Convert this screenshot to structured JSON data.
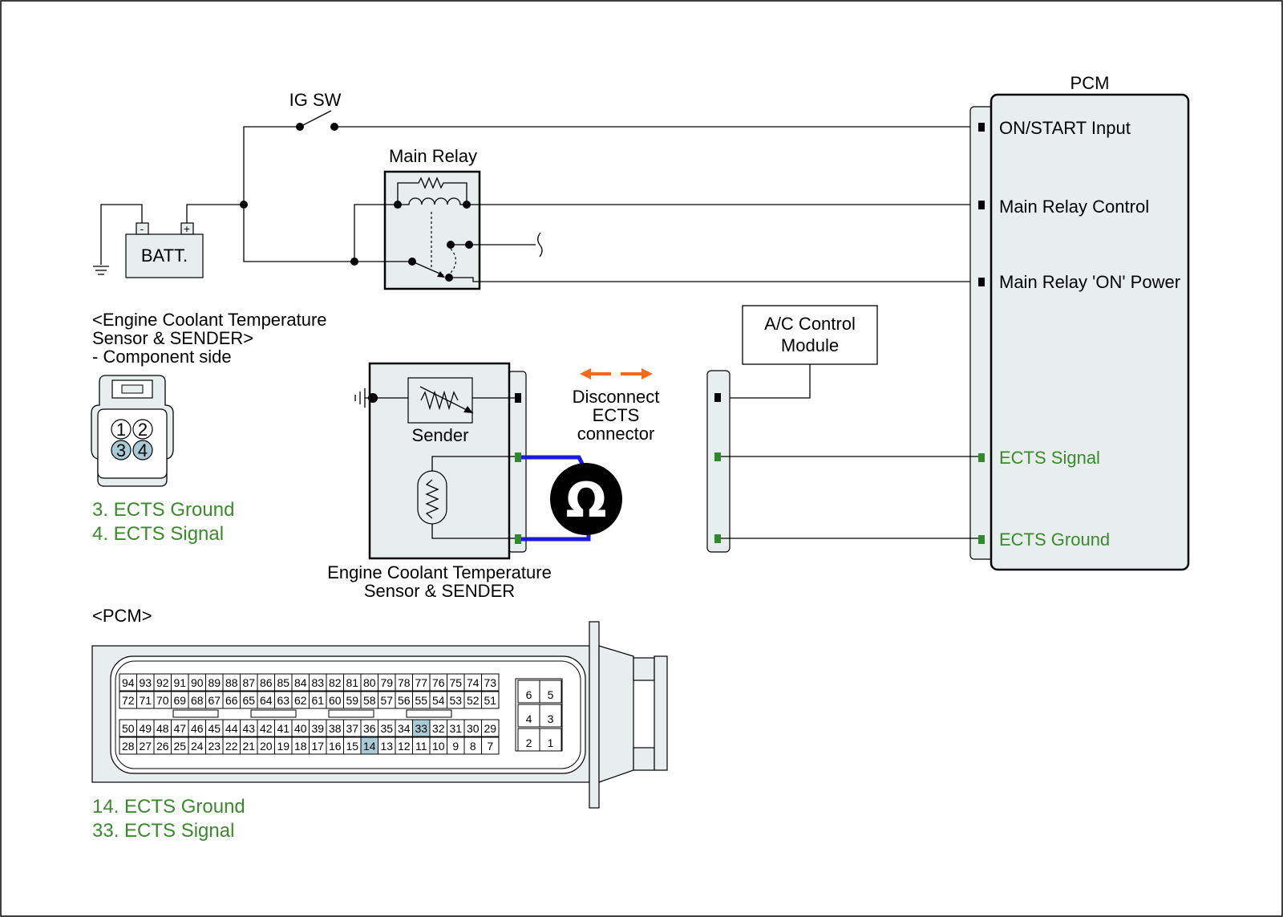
{
  "labels": {
    "ig_sw": "IG SW",
    "main_relay": "Main Relay",
    "batt": "BATT.",
    "batt_neg": "-",
    "batt_pos": "+",
    "pcm_title": "PCM",
    "ac_line1": "A/C Control",
    "ac_line2": "Module",
    "sender": "Sender",
    "disconnect_line1": "Disconnect",
    "disconnect_line2": "ECTS",
    "disconnect_line3": "connector",
    "ohm_symbol": "Ω",
    "sensor_caption_line1": "Engine Coolant Temperature",
    "sensor_caption_line2": "Sensor & SENDER"
  },
  "pcm_pins": {
    "on_start": "ON/START Input",
    "relay_control": "Main Relay Control",
    "relay_on_power": "Main Relay 'ON' Power",
    "ects_signal": "ECTS Signal",
    "ects_ground": "ECTS Ground"
  },
  "component_view": {
    "title_line1": "<Engine Coolant Temperature",
    "title_line2": "Sensor & SENDER>",
    "title_line3": "- Component side",
    "pins": [
      "1",
      "2",
      "3",
      "4"
    ],
    "legend": [
      "3. ECTS Ground",
      "4. ECTS Signal"
    ]
  },
  "pcm_connector": {
    "title": "<PCM>",
    "row1": [
      "94",
      "93",
      "92",
      "91",
      "90",
      "89",
      "88",
      "87",
      "86",
      "85",
      "84",
      "83",
      "82",
      "81",
      "80",
      "79",
      "78",
      "77",
      "76",
      "75",
      "74",
      "73"
    ],
    "row2": [
      "72",
      "71",
      "70",
      "69",
      "68",
      "67",
      "66",
      "65",
      "64",
      "63",
      "62",
      "61",
      "60",
      "59",
      "58",
      "57",
      "56",
      "55",
      "54",
      "53",
      "52",
      "51"
    ],
    "row3": [
      "50",
      "49",
      "48",
      "47",
      "46",
      "45",
      "44",
      "43",
      "42",
      "41",
      "40",
      "39",
      "38",
      "37",
      "36",
      "35",
      "34",
      "33",
      "32",
      "31",
      "30",
      "29"
    ],
    "row4": [
      "28",
      "27",
      "26",
      "25",
      "24",
      "23",
      "22",
      "21",
      "20",
      "19",
      "18",
      "17",
      "16",
      "15",
      "14",
      "13",
      "12",
      "11",
      "10",
      "9",
      "8",
      "7"
    ],
    "small_block": [
      "6",
      "5",
      "4",
      "3",
      "2",
      "1"
    ],
    "highlighted": [
      "14",
      "33"
    ],
    "legend": [
      "14. ECTS Ground",
      "33. ECTS Signal"
    ]
  },
  "colors": {
    "signal_green": "#3a8a2c",
    "highlight_blue": "#a9cbd6",
    "probe_blue": "#1a1adb",
    "arrow_orange": "#f26a1b",
    "body_fill": "#e8eeee"
  }
}
